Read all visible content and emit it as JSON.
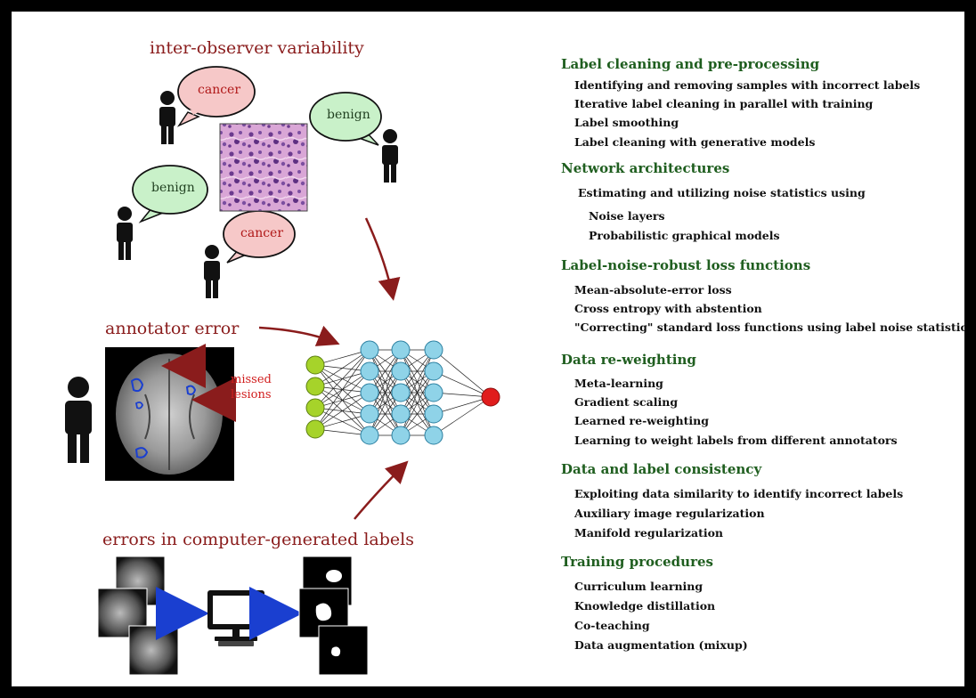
{
  "left": {
    "inter_observer_title": "inter-observer variability",
    "bubbles": [
      {
        "text": "cancer",
        "color": "#f6c8c8"
      },
      {
        "text": "benign",
        "color": "#c9f1c9"
      },
      {
        "text": "benign",
        "color": "#c9f1c9"
      },
      {
        "text": "cancer",
        "color": "#f6c8c8"
      }
    ],
    "annotator_title": "annotator error",
    "missed_lesions_label": "missed\nlesions",
    "computer_title": "errors in computer-generated labels"
  },
  "right": {
    "categories": [
      {
        "title": "Label cleaning and pre-processing",
        "items": [
          "Identifying and removing samples with incorrect labels",
          "Iterative label cleaning in parallel with training",
          "Label smoothing",
          "Label cleaning with generative models"
        ]
      },
      {
        "title": "Network architectures",
        "items": [
          "Estimating and utilizing noise statistics using",
          "Noise layers",
          "Probabilistic graphical models"
        ]
      },
      {
        "title": "Label-noise-robust loss functions",
        "items": [
          "Mean-absolute-error loss",
          "Cross entropy with abstention",
          "\"Correcting\" standard loss functions using label noise statistics"
        ]
      },
      {
        "title": "Data re-weighting",
        "items": [
          "Meta-learning",
          "Gradient scaling",
          "Learned re-weighting",
          "Learning to weight labels from different annotators"
        ]
      },
      {
        "title": "Data and label consistency",
        "items": [
          "Exploiting data similarity to identify incorrect labels",
          "Auxiliary image regularization",
          "Manifold regularization"
        ]
      },
      {
        "title": "Training procedures",
        "items": [
          "Curriculum learning",
          "Knowledge distillation",
          "Co-teaching",
          "Data augmentation (mixup)"
        ]
      }
    ]
  },
  "colors": {
    "heading_red": "#8a1c1c",
    "heading_green": "#1f5e1f",
    "input_node": "#a6d32a",
    "hidden_node": "#8fd3e8",
    "output_node": "#e01c1c",
    "arrow": "#8a1c1c"
  }
}
